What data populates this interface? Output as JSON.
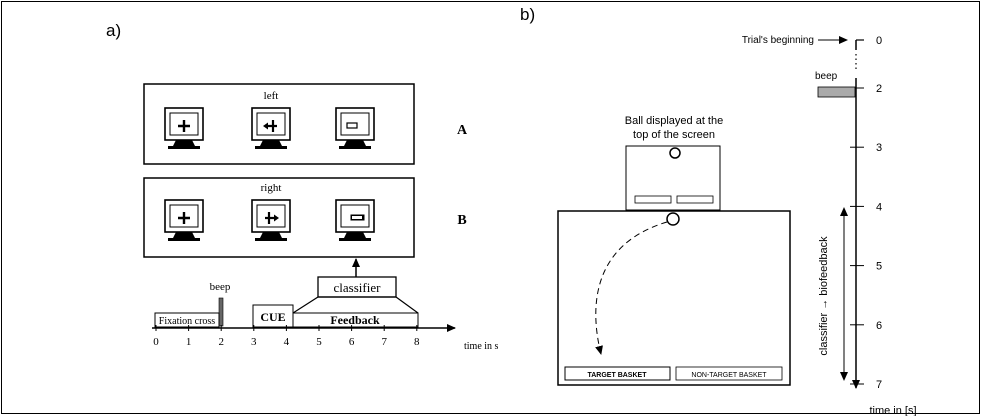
{
  "panel_a": {
    "label": "a)",
    "row_a": {
      "cue": "left",
      "letter": "A"
    },
    "row_b": {
      "cue": "right",
      "letter": "B"
    },
    "classifier": "classifier",
    "beep": "beep",
    "timeline": {
      "fixation": "Fixation cross",
      "cue": "CUE",
      "feedback": "Feedback",
      "ticks": [
        "0",
        "1",
        "2",
        "3",
        "4",
        "5",
        "6",
        "7",
        "8"
      ],
      "axis_label": "time in s"
    }
  },
  "panel_b": {
    "label": "b)",
    "ball_caption_1": "Ball displayed at the",
    "ball_caption_2": "top of the screen",
    "target_basket": "TARGET BASKET",
    "non_target_basket": "NON-TARGET BASKET",
    "trial_beginning": "Trial's beginning",
    "beep": "beep",
    "ticks": [
      "0",
      "2",
      "3",
      "4",
      "5",
      "6",
      "7"
    ],
    "vertical_label": "classifier → biofeedback",
    "axis_label": "time in [s]"
  }
}
